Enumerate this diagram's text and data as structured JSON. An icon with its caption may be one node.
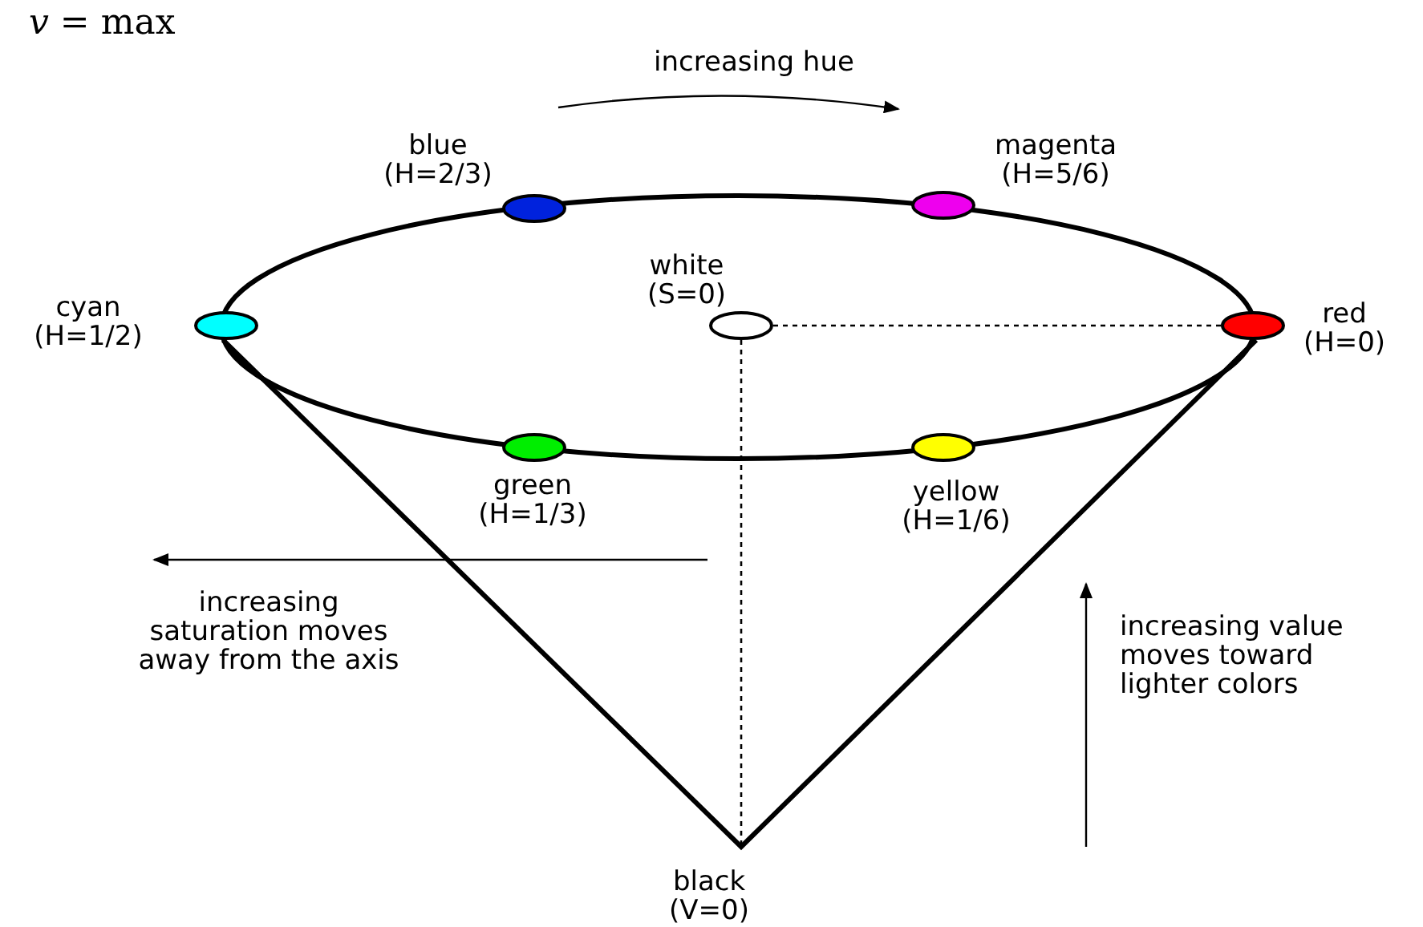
{
  "diagram": {
    "nodes": [
      {
        "text": [],
        "shape": "circle",
        "beside": [
          "blue",
          "(H=2/3)"
        ]
      },
      {
        "text": [],
        "shape": "circle",
        "beside": [
          "magenta",
          "(H=5/6)"
        ]
      },
      {
        "text": [],
        "shape": "circle",
        "beside": [
          "cyan",
          "(H=1/2)"
        ]
      },
      {
        "text": [],
        "shape": "circle",
        "beside": [
          "white",
          "(S=0)"
        ]
      },
      {
        "text": [],
        "shape": "circle",
        "beside": [
          "red",
          "(H=0)"
        ]
      },
      {
        "text": [],
        "shape": "circle",
        "beside": [
          "green",
          "(H=1/3)"
        ]
      },
      {
        "text": [],
        "shape": "circle",
        "beside": [
          "yellow",
          "(H=1/6)"
        ]
      },
      {
        "text": [
          "black",
          "(V=0)"
        ]
      }
    ],
    "edges": [
      {
        "from": 3,
        "to": 4,
        "arrow": "none",
        "style": "dashed"
      },
      {
        "from": 3,
        "to": 7,
        "arrow": "none",
        "style": "dashed"
      }
    ],
    "labels": [
      "*v* = max",
      "increasing hue",
      "increasing saturation moves away from the axis",
      "increasing value moves toward lighter colors"
    ]
  }
}
